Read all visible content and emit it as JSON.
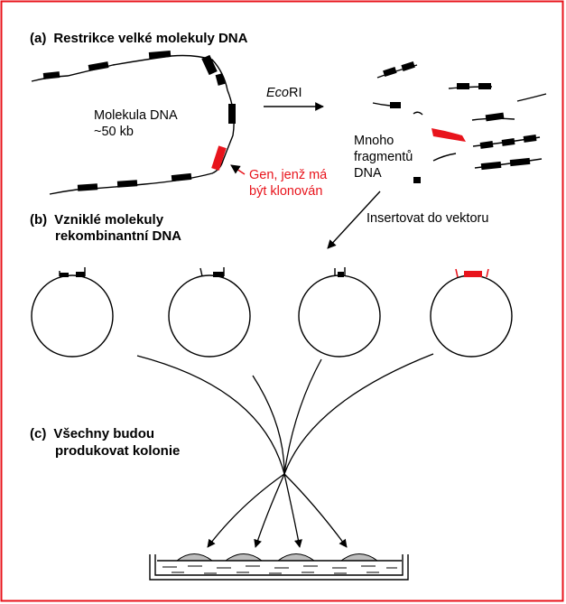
{
  "panels": {
    "a": {
      "prefix": "(a)",
      "title": "Restrikce velké molekuly DNA"
    },
    "b": {
      "prefix": "(b)",
      "title_line1": "Vzniklé molekuly",
      "title_line2": "rekombinantní DNA"
    },
    "c": {
      "prefix": "(c)",
      "title_line1": "Všechny budou",
      "title_line2": "produkovat kolonie"
    }
  },
  "labels": {
    "molecule_line1": "Molekula DNA",
    "molecule_line2": "~50 kb",
    "enzyme_italic": "Eco",
    "enzyme_rest": "RI",
    "gene_line1": "Gen, jenž má",
    "gene_line2": "být klonován",
    "fragments_line1": "Mnoho",
    "fragments_line2": "fragmentů",
    "fragments_line3": "DNA",
    "insert": "Insertovat do vektoru"
  },
  "colors": {
    "highlight": "#e8141c",
    "border": "#e8141c",
    "colony": "#bdbdbd"
  }
}
